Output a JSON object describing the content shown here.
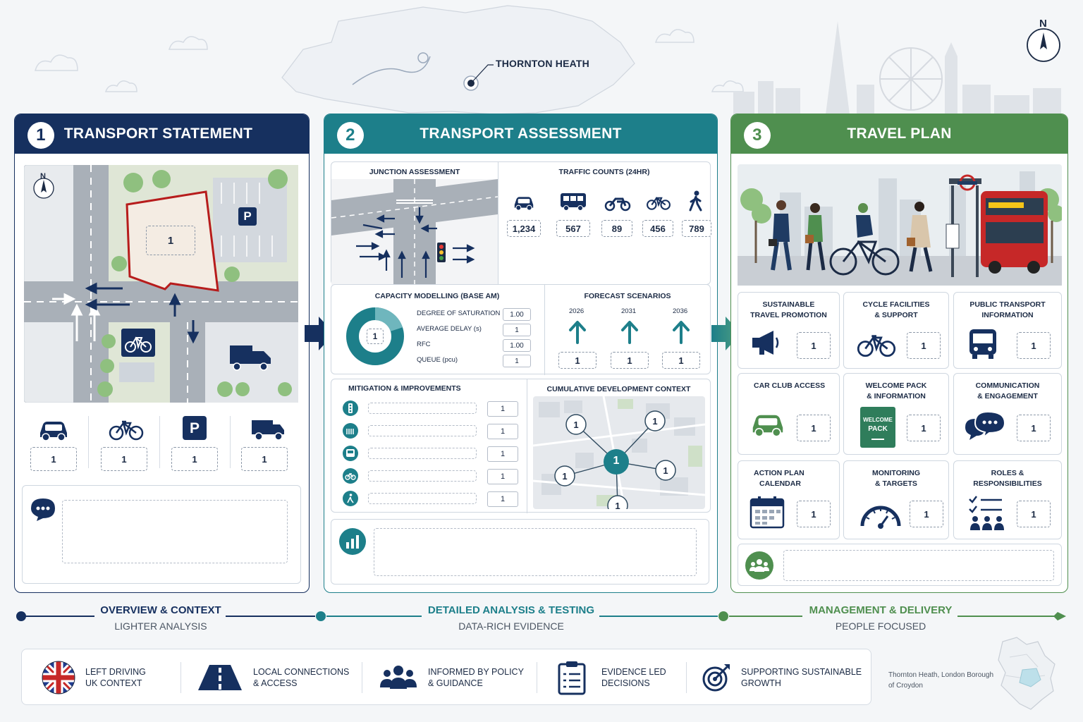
{
  "place": "THORNTON HEATH",
  "compass_letter": "N",
  "colors": {
    "navy": "#16305f",
    "teal": "#1d7f8a",
    "green": "#4f8f4f",
    "red": "#c62828"
  },
  "panel1": {
    "number": "1",
    "title": "TRANSPORT STATEMENT",
    "site_label": "1",
    "parking_letter": "P",
    "modes": [
      {
        "icon": "car-icon",
        "value": "1"
      },
      {
        "icon": "bicycle-icon",
        "value": "1"
      },
      {
        "icon": "parking-icon",
        "value": "1",
        "letter": "P"
      },
      {
        "icon": "truck-icon",
        "value": "1"
      }
    ]
  },
  "panel2": {
    "number": "2",
    "title": "TRANSPORT ASSESSMENT",
    "junction_title": "JUNCTION ASSESSMENT",
    "traffic_title": "TRAFFIC COUNTS (24HR)",
    "traffic_counts": [
      {
        "icon": "car-icon",
        "value": "1,234"
      },
      {
        "icon": "bus-icon",
        "value": "567"
      },
      {
        "icon": "motorcycle-icon",
        "value": "89"
      },
      {
        "icon": "bicycle-icon",
        "value": "456"
      },
      {
        "icon": "pedestrian-icon",
        "value": "789"
      }
    ],
    "capacity_title": "CAPACITY MODELLING (BASE AM)",
    "donut_value": "1",
    "capacity_rows": [
      {
        "label": "DEGREE OF SATURATION",
        "value": "1.00"
      },
      {
        "label": "AVERAGE DELAY (s)",
        "value": "1"
      },
      {
        "label": "RFC",
        "value": "1.00"
      },
      {
        "label": "QUEUE (pcu)",
        "value": "1"
      }
    ],
    "forecast_title": "FORECAST SCENARIOS",
    "forecast": [
      {
        "year": "2026",
        "value": "1"
      },
      {
        "year": "2031",
        "value": "1"
      },
      {
        "year": "2036",
        "value": "1"
      }
    ],
    "mitigation_title": "MITIGATION & IMPROVEMENTS",
    "mitigation": [
      {
        "icon": "traffic-light-icon",
        "value": "1"
      },
      {
        "icon": "pedestrian-crossing-icon",
        "value": "1"
      },
      {
        "icon": "bus-icon",
        "value": "1"
      },
      {
        "icon": "bicycle-icon",
        "value": "1"
      },
      {
        "icon": "pedestrian-icon",
        "value": "1"
      }
    ],
    "cumulative_title": "CUMULATIVE DEVELOPMENT CONTEXT",
    "cumulative_center": "1",
    "cumulative_nodes": [
      "1",
      "1",
      "1",
      "1",
      "1"
    ]
  },
  "panel3": {
    "number": "3",
    "title": "TRAVEL PLAN",
    "cards": [
      {
        "title_l1": "SUSTAINABLE",
        "title_l2": "TRAVEL PROMOTION",
        "icon": "megaphone-icon",
        "value": "1"
      },
      {
        "title_l1": "CYCLE FACILITIES",
        "title_l2": "& SUPPORT",
        "icon": "bicycle-icon",
        "value": "1"
      },
      {
        "title_l1": "PUBLIC TRANSPORT",
        "title_l2": "INFORMATION",
        "icon": "bus-icon",
        "value": "1"
      },
      {
        "title_l1": "CAR CLUB ACCESS",
        "title_l2": "",
        "icon": "car-icon",
        "value": "1"
      },
      {
        "title_l1": "WELCOME PACK",
        "title_l2": "& INFORMATION",
        "icon": "welcome-pack-icon",
        "value": "1",
        "pack_l1": "WELCOME",
        "pack_l2": "PACK"
      },
      {
        "title_l1": "COMMUNICATION",
        "title_l2": "& ENGAGEMENT",
        "icon": "chat-bubbles-icon",
        "value": "1"
      },
      {
        "title_l1": "ACTION PLAN",
        "title_l2": "CALENDAR",
        "icon": "calendar-icon",
        "value": "1"
      },
      {
        "title_l1": "MONITORING",
        "title_l2": "& TARGETS",
        "icon": "gauge-icon",
        "value": "1"
      },
      {
        "title_l1": "ROLES &",
        "title_l2": "RESPONSIBILITIES",
        "icon": "team-checklist-icon",
        "value": "1"
      }
    ]
  },
  "timeline": [
    {
      "title": "OVERVIEW & CONTEXT",
      "subtitle": "LIGHTER ANALYSIS",
      "color": "#16305f"
    },
    {
      "title": "DETAILED ANALYSIS & TESTING",
      "subtitle": "DATA-RICH EVIDENCE",
      "color": "#1d7f8a"
    },
    {
      "title": "MANAGEMENT & DELIVERY",
      "subtitle": "PEOPLE FOCUSED",
      "color": "#4f8f4f"
    }
  ],
  "footer": [
    {
      "l1": "LEFT DRIVING",
      "l2": "UK CONTEXT",
      "icon": "union-flag-icon"
    },
    {
      "l1": "LOCAL CONNECTIONS",
      "l2": "& ACCESS",
      "icon": "road-icon"
    },
    {
      "l1": "INFORMED BY POLICY",
      "l2": "& GUIDANCE",
      "icon": "people-group-icon"
    },
    {
      "l1": "EVIDENCE LED",
      "l2": "DECISIONS",
      "icon": "clipboard-checklist-icon"
    },
    {
      "l1": "SUPPORTING SUSTAINABLE",
      "l2": "GROWTH",
      "icon": "target-icon"
    }
  ],
  "location_caption": "Thornton Heath, London Borough of Croydon"
}
